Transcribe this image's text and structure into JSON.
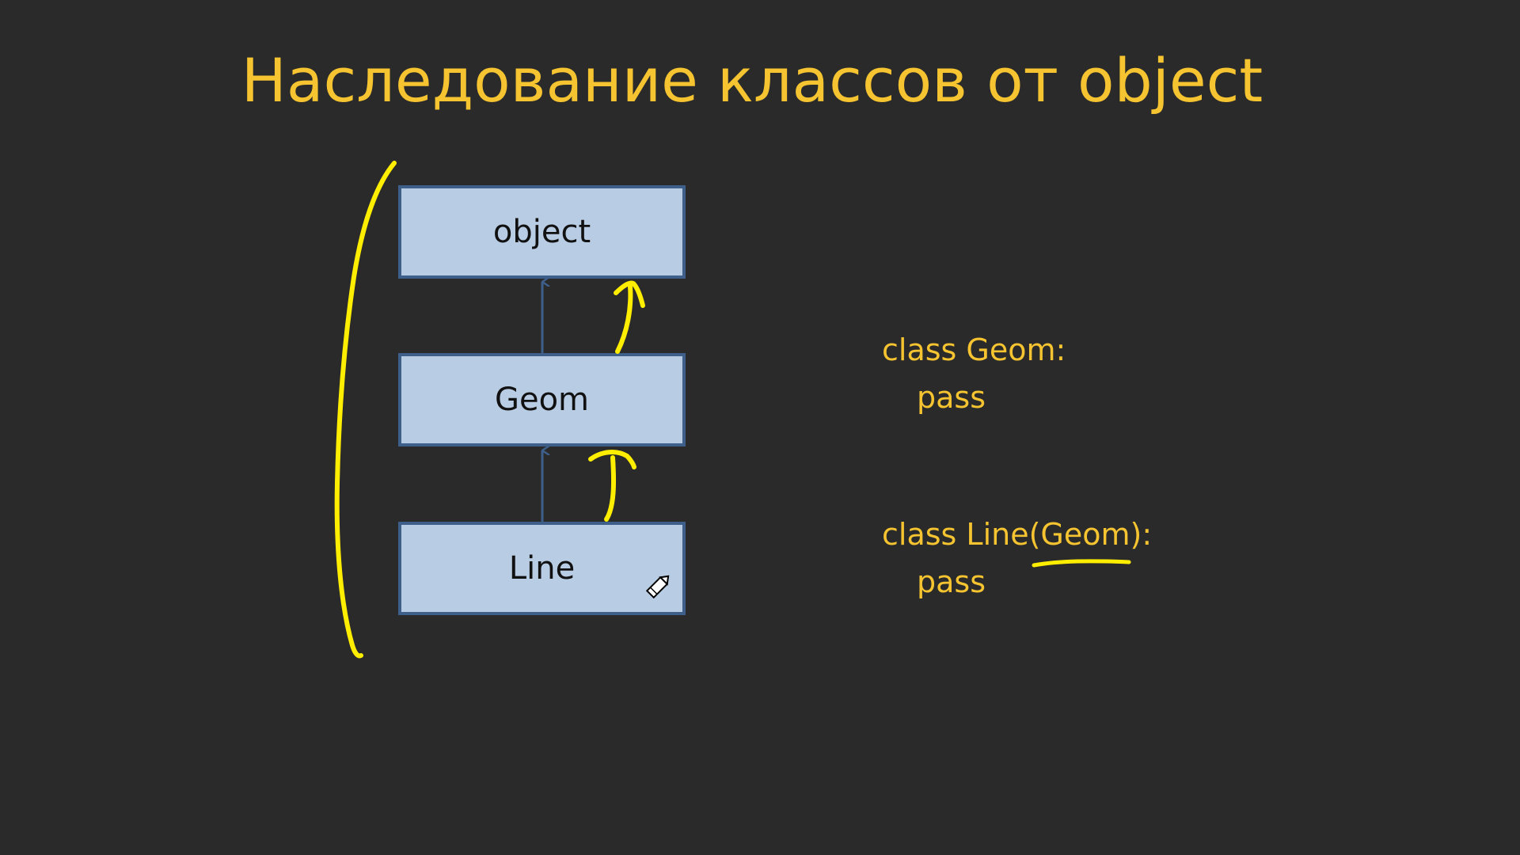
{
  "slide": {
    "title": "Наследование классов от object",
    "accent_color": "#f5c430",
    "background_color": "#2a2a2a"
  },
  "diagram": {
    "boxes": [
      {
        "id": "object",
        "label": "object"
      },
      {
        "id": "geom",
        "label": "Geom"
      },
      {
        "id": "line",
        "label": "Line"
      }
    ],
    "arrows": [
      {
        "from": "geom",
        "to": "object"
      },
      {
        "from": "line",
        "to": "geom"
      }
    ],
    "box_fill": "#b8cce4",
    "box_border": "#3e5f8a"
  },
  "code": {
    "geom": {
      "declaration": "class Geom:",
      "body": "pass"
    },
    "line": {
      "declaration": "class Line(Geom):",
      "body": "pass"
    }
  },
  "annotations": {
    "pen_color": "#ffee00",
    "marks": [
      "bracket",
      "curved-arrow-geom-to-object",
      "curved-arrow-line-to-geom",
      "underline-geom-parent"
    ]
  },
  "cursor": {
    "icon": "pen-cursor-icon"
  }
}
